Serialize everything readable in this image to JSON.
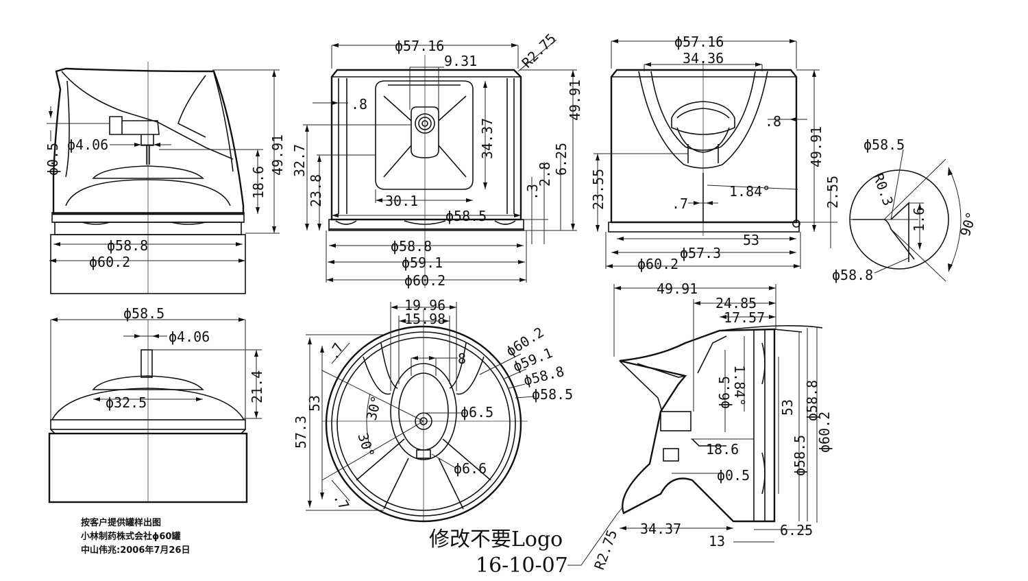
{
  "dims": {
    "d58_8": "ϕ58.8",
    "d60_2": "ϕ60.2",
    "d58_5": "ϕ58.5",
    "d57_16": "ϕ57.16",
    "d59_1": "ϕ59.1",
    "d57_3": "ϕ57.3",
    "d4_06": "ϕ4.06",
    "d0_5": "ϕ0.5",
    "d32_5": "ϕ32.5",
    "d6_5": "ϕ6.5",
    "d6_6": "ϕ6.6",
    "dd60_2": "ϕ60.2",
    "dd59_1": "ϕ59.1",
    "h49_91": "49.91",
    "h18_6": "18.6",
    "h21_4": "21.4",
    "r2_75": "R2.75",
    "w9_31": "9.31",
    "h34_37": "34.37",
    "h32_7": "32.7",
    "h23_8": "23.8",
    "w30_1": "30.1",
    "h_8": ".8",
    "h6_25": "6.25",
    "h2_8": "2.8",
    "h_3": ".3",
    "w34_36": "34.36",
    "h23_55": "23.55",
    "a1_84": "1.84°",
    "w_7": ".7",
    "h2_55": "2.55",
    "w53": "53",
    "r0_3": "R0.3",
    "h1_6": "1.6",
    "a90": "90°",
    "w19_96": "19.96",
    "w15_98": "15.98",
    "w8": "8",
    "a30": "30°",
    "h57_3": "57.3",
    "h53": "53",
    "w49_91": "49.91",
    "w24_85": "24.85",
    "w17_57": "17.57",
    "w13": "13",
    "w34_37": "34.37",
    "h1_84": "1.84°"
  },
  "notes": {
    "line1": "按客户提供罐样出图",
    "line2": "小林制药株式会社ϕ60罐",
    "line3": "中山伟兆:2006年7月26日"
  },
  "revision": {
    "note": "修改不要Logo",
    "date": "16-10-07"
  }
}
